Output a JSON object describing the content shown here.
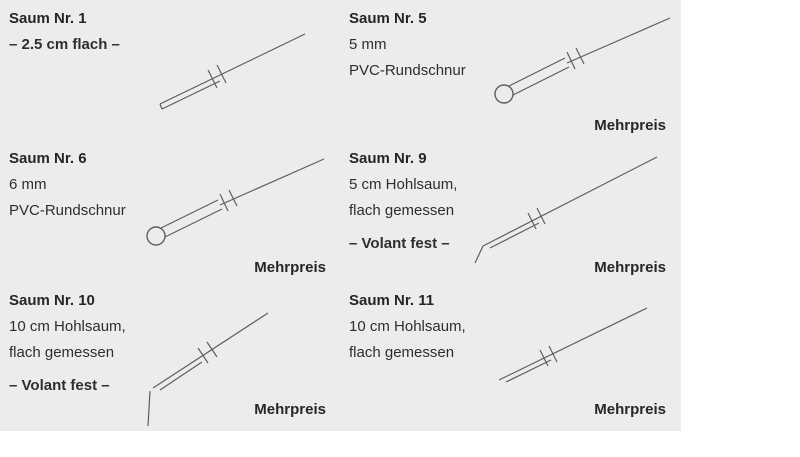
{
  "colors": {
    "background": "#edecea",
    "line": "#5e5e5e",
    "text": "#2e2e2e"
  },
  "sections": {
    "s1": {
      "title": "Saum Nr. 1",
      "spec": "– 2.5 cm flach –"
    },
    "s5": {
      "title": "Saum Nr. 5",
      "line1": "5 mm",
      "line2": "PVC-Rundschnur",
      "mehrpreis": "Mehrpreis"
    },
    "s6": {
      "title": "Saum Nr. 6",
      "line1": "6 mm",
      "line2": "PVC-Rundschnur",
      "mehrpreis": "Mehrpreis"
    },
    "s9": {
      "title": "Saum Nr. 9",
      "line1": "5 cm Hohlsaum,",
      "line2": "flach gemessen",
      "volant": "– Volant fest –",
      "mehrpreis": "Mehrpreis"
    },
    "s10": {
      "title": "Saum Nr. 10",
      "line1": "10 cm Hohlsaum,",
      "line2": "flach gemessen",
      "volant": "– Volant fest –",
      "mehrpreis": "Mehrpreis"
    },
    "s11": {
      "title": "Saum Nr. 11",
      "line1": "10 cm Hohlsaum,",
      "line2": "flach gemessen",
      "mehrpreis": "Mehrpreis"
    }
  },
  "drawings": {
    "s1": "flat-hem-icon",
    "s5": "cord-hem-icon",
    "s6": "cord-hem-icon",
    "s9": "hollow-hem-volant-icon",
    "s10": "hollow-hem-corner-icon",
    "s11": "hollow-hem-icon"
  }
}
